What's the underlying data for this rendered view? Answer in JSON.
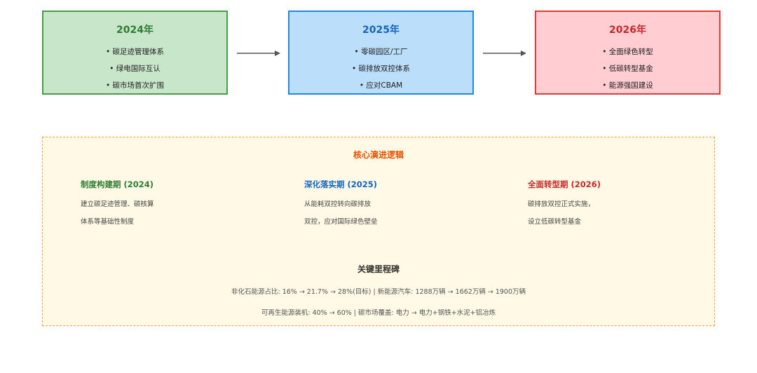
{
  "years": [
    {
      "title": "2024年",
      "items": [
        "碳足迹管理体系",
        "绿电国际互认",
        "碳市场首次扩围"
      ]
    },
    {
      "title": "2025年",
      "items": [
        "零碳园区/工厂",
        "碳排放双控体系",
        "应对CBAM"
      ]
    },
    {
      "title": "2026年",
      "items": [
        "全面绿色转型",
        "低碳转型基金",
        "能源强国建设"
      ]
    }
  ],
  "logic": {
    "title": "核心演进逻辑",
    "phases": [
      {
        "title": "制度构建期 (2024)",
        "lines": [
          "建立碳足迹管理、碳核算",
          "体系等基础性制度"
        ]
      },
      {
        "title": "深化落实期 (2025)",
        "lines": [
          "从能耗双控转向碳排放",
          "双控，应对国际绿色壁垒"
        ]
      },
      {
        "title": "全面转型期 (2026)",
        "lines": [
          "碳排放双控正式实施，",
          "设立低碳转型基金"
        ]
      }
    ],
    "milestones_title": "关键里程碑",
    "milestones": [
      "非化石能源占比: 16% → 21.7% → 28%(目标)  |  新能源汽车: 1288万辆 → 1662万辆 → 1900万辆",
      "可再生能源装机: 40% → 60%  |  碳市场覆盖: 电力 → 电力+钢铁+水泥+铝冶炼"
    ]
  },
  "colors": {
    "green_fill": "#c8e6c9",
    "green_border": "#43a047",
    "blue_fill": "#bbdefb",
    "blue_border": "#1e88e5",
    "red_fill": "#ffcdd2",
    "red_border": "#e53935",
    "logic_fill": "#fff9e6",
    "logic_border": "#f6a040",
    "arrow": "#555555"
  }
}
